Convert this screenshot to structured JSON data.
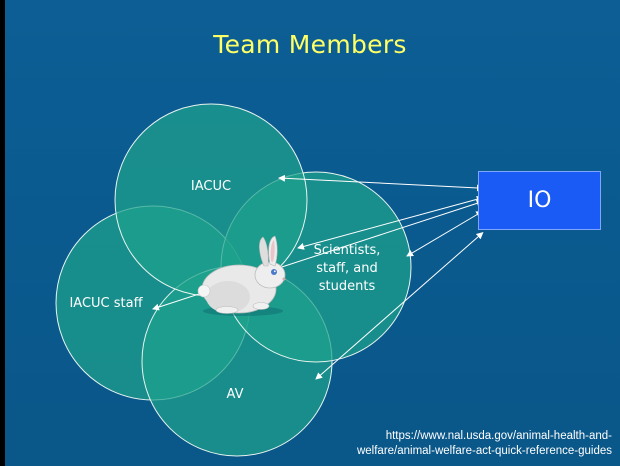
{
  "slide": {
    "title": "Team Members"
  },
  "diagram": {
    "circles": {
      "iacuc": "IACUC",
      "scientists_line1": "Scientists,",
      "scientists_line2": "staff, and",
      "scientists_line3": "students",
      "iacuc_staff": "IACUC staff",
      "av": "AV"
    },
    "io_box": "IO"
  },
  "source": {
    "line1": "https://www.nal.usda.gov/animal-health-and-",
    "line2": "welfare/animal-welfare-act-quick-reference-guides"
  },
  "colors": {
    "background": "#0a5a8f",
    "title": "#ffff66",
    "circle_fill": "#1fa28c",
    "io_box": "#1a5bf5"
  },
  "icons": [
    "rabbit-illustration"
  ]
}
